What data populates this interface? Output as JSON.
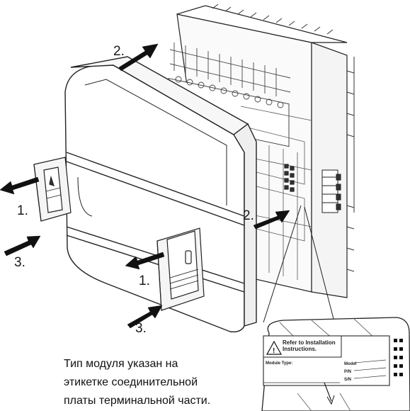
{
  "steps": {
    "left_top": "1.",
    "left_bottom": "3.",
    "top": "2.",
    "right_mid": "2.",
    "center_mid": "1.",
    "center_bottom": "3."
  },
  "label": {
    "warning": "Refer to Installation Instructions.",
    "warning_line1": "Refer to Installation",
    "warning_line2": "Instructions.",
    "module_type": "Module Type:",
    "model": "Model",
    "pn": "P/N",
    "sn": "S/N"
  },
  "caption": {
    "line1": "Тип модуля указан на",
    "line2": "этикетке соединительной",
    "line3": "платы терминальной части."
  }
}
